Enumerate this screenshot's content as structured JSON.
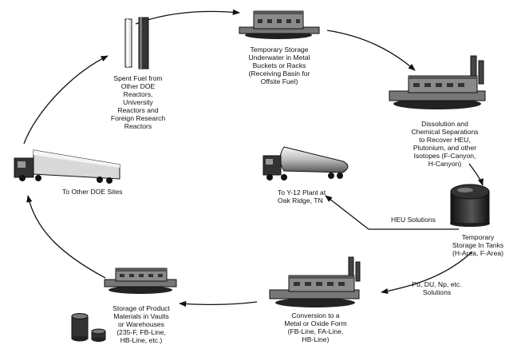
{
  "nodes": {
    "spent_fuel": "Spent Fuel from\nOther DOE\nReactors,\nUniversity\nReactors and\nForeign Research\nReactors",
    "temp_storage_water": "Temporary Storage\nUnderwater in Metal\nBuckets or Racks\n(Receiving Basin for\nOffsite Fuel)",
    "dissolution": "Dissolution and\nChemical Separations\nto Recover HEU,\nPlutonium, and other\nIsotopes (F-Canyon,\nH-Canyon)",
    "temp_storage_tanks": "Temporary\nStorage In Tanks\n(H-Area, F-Area)",
    "conversion": "Conversion to a\nMetal or Oxide Form\n(FB-Line, FA-Line,\nHB-Line)",
    "storage_products": "Storage of Product\nMaterials in Vaults\nor Warehouses\n(235-F, FB-Line,\nHB-Line, etc.)",
    "other_doe_sites": "To Other DOE Sites",
    "y12": "To Y-12 Plant at\nOak Ridge, TN"
  },
  "edges": {
    "heu_solutions": "HEU Solutions",
    "pu_solutions": "Pu, DU, Np, etc.\nSolutions"
  }
}
